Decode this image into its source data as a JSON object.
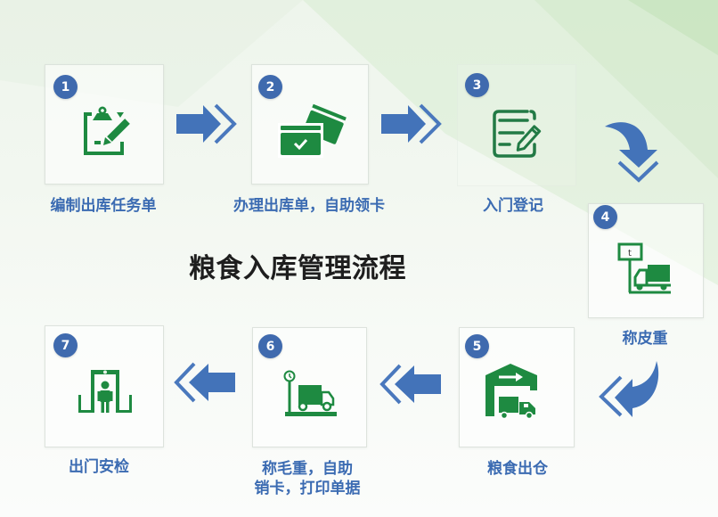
{
  "title": "粮食入库管理流程",
  "steps": [
    {
      "number": "1",
      "label": "编制出库任务单",
      "icon": "clipboard-edit-icon"
    },
    {
      "number": "2",
      "label": "办理出库单，自助领卡",
      "icon": "cards-check-icon"
    },
    {
      "number": "3",
      "label": "入门登记",
      "icon": "document-edit-icon"
    },
    {
      "number": "4",
      "label": "称皮重",
      "icon": "scale-truck-icon",
      "sign_text": "t"
    },
    {
      "number": "5",
      "label": "粮食出仓",
      "icon": "warehouse-truck-icon"
    },
    {
      "number": "6",
      "label_lines": [
        "称毛重，自助",
        "销卡，打印单据"
      ],
      "icon": "weighbridge-truck-icon"
    },
    {
      "number": "7",
      "label": "出门安检",
      "icon": "security-gate-icon"
    }
  ],
  "flow": [
    {
      "from": "1",
      "to": "2",
      "direction": "right",
      "icon": "arrow-right-icon"
    },
    {
      "from": "2",
      "to": "3",
      "direction": "right",
      "icon": "arrow-right-icon"
    },
    {
      "from": "3",
      "to": "4",
      "direction": "down-curved",
      "icon": "curved-arrow-down-icon"
    },
    {
      "from": "4",
      "to": "5",
      "direction": "left-curved",
      "icon": "curved-arrow-left-icon"
    },
    {
      "from": "5",
      "to": "6",
      "direction": "left",
      "icon": "arrow-left-icon"
    },
    {
      "from": "6",
      "to": "7",
      "direction": "left",
      "icon": "arrow-left-icon"
    }
  ],
  "colors": {
    "badge": "#3f6aae",
    "label": "#3b6bb2",
    "arrow": "#4373b9",
    "icon_green": "#1e8a41",
    "title": "#1e1e1e"
  }
}
